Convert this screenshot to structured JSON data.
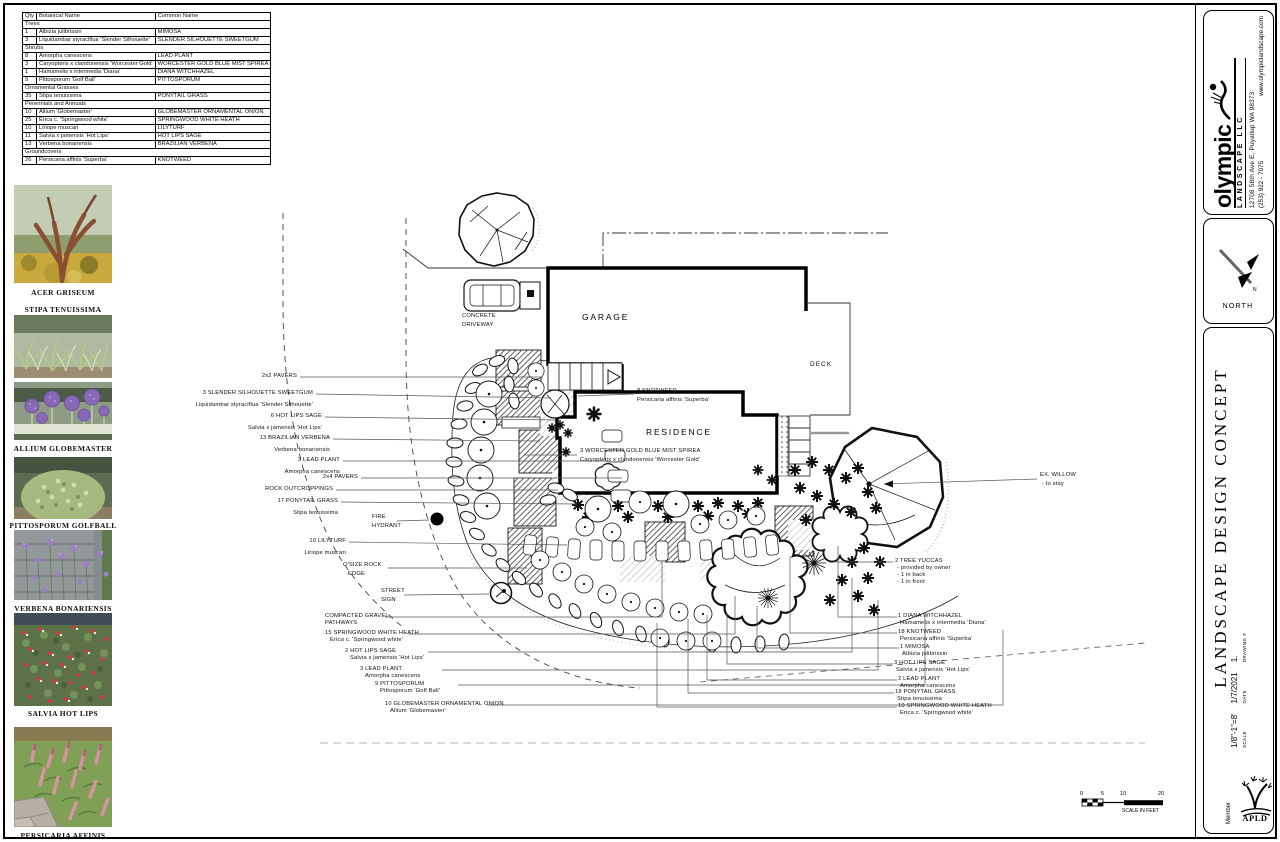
{
  "schedule": {
    "headers": [
      "Qty",
      "Botanical Name",
      "Common Name"
    ],
    "rows": [
      {
        "type": "section",
        "label": "Trees"
      },
      {
        "type": "row",
        "qty": "1",
        "bot": "Albizia julibrissin",
        "com": "MIMOSA"
      },
      {
        "type": "row",
        "qty": "3",
        "bot": "Liquidambar styraciflua 'Slender Silhouette'",
        "com": "SLENDER SILHOUETTE SWEETGUM"
      },
      {
        "type": "section",
        "label": "Shrubs"
      },
      {
        "type": "row",
        "qty": "8",
        "bot": "Amorpha canescens",
        "com": "LEAD PLANT"
      },
      {
        "type": "row",
        "qty": "3",
        "bot": "Caryopteris x clandonensis 'Worcester Gold'",
        "com": "WORCESTER GOLD BLUE MIST SPIREA"
      },
      {
        "type": "row",
        "qty": "1",
        "bot": "Hamamelis x intermedia 'Diana'",
        "com": "DIANA WITCHHAZEL"
      },
      {
        "type": "row",
        "qty": "9",
        "bot": "Pittosporum 'Golf Ball'",
        "com": "PITTOSPORUM"
      },
      {
        "type": "section",
        "label": "Ornamental Grasses"
      },
      {
        "type": "row",
        "qty": "35",
        "bot": "Stipa tenuissima",
        "com": "PONYTAIL GRASS"
      },
      {
        "type": "section",
        "label": "Perennials and Annuals"
      },
      {
        "type": "row",
        "qty": "10",
        "bot": "Allium 'Globemaster'",
        "com": "GLOBEMASTER ORNAMENTAL ONION"
      },
      {
        "type": "row",
        "qty": "25",
        "bot": "Erica c. 'Springwood white'",
        "com": "SPRINGWOOD WHITE HEATH"
      },
      {
        "type": "row",
        "qty": "10",
        "bot": "Liriope muscari",
        "com": "LILYTURF"
      },
      {
        "type": "row",
        "qty": "11",
        "bot": "Salvia x jamensis 'Hot Lips'",
        "com": "HOT LIPS SAGE"
      },
      {
        "type": "row",
        "qty": "13",
        "bot": "Verbena bonariensis",
        "com": "BRAZILIAN VERBENA"
      },
      {
        "type": "section",
        "label": "Groundcovers"
      },
      {
        "type": "row",
        "qty": "26",
        "bot": "Persicaria affinis 'Superba'",
        "com": "KNOTWEED"
      }
    ]
  },
  "photos": {
    "captions": [
      "ACER GRISEUM",
      "STIPA TENUISSIMA",
      "ALLIUM GLOBEMASTER",
      "PITTOSPORUM GOLFBALL",
      "VERBENA BONARIENSIS",
      "SALVIA HOT LIPS",
      "PERSICARIA AFFINIS"
    ]
  },
  "plan": {
    "labels": {
      "concrete_driveway": {
        "lines": [
          "CONCRETE",
          "DRIVEWAY"
        ]
      },
      "garage": {
        "lines": [
          "GARAGE"
        ]
      },
      "residence": {
        "lines": [
          "RESIDENCE"
        ]
      },
      "deck": {
        "lines": [
          "DECK"
        ]
      },
      "pavers_2x2": {
        "lines": [
          "2x2 PAVERS"
        ]
      },
      "sweetgum": {
        "lines": [
          "3 SLENDER SILHOUETTE SWEETGUM",
          "Liquidambar styraciflua 'Slender Silhouette'"
        ]
      },
      "hot_lips_6": {
        "lines": [
          "6 HOT LIPS SAGE",
          "Salvia x jamensis 'Hot Lips'"
        ]
      },
      "brazilian_verbena": {
        "lines": [
          "13 BRAZILIAN VERBENA",
          "Verbena bonariensis"
        ]
      },
      "lead_plant_3a": {
        "lines": [
          "3 LEAD PLANT",
          "Amorpha canescens"
        ]
      },
      "pavers_2x4": {
        "lines": [
          "2x4 PAVERS"
        ]
      },
      "rock_outcroppings": {
        "lines": [
          "ROCK OUTCROPPINGS"
        ]
      },
      "ponytail_17": {
        "lines": [
          "17 PONYTAIL GRASS",
          "Stipa tenuissima"
        ]
      },
      "fire_hydrant": {
        "lines": [
          "FIRE",
          "HYDRANT"
        ]
      },
      "lilyturf_10": {
        "lines": [
          "10 LILYTURF",
          "Liriope muscari"
        ]
      },
      "rock_edge": {
        "lines": [
          "O'SIZE ROCK",
          "EDGE"
        ]
      },
      "street_sign": {
        "lines": [
          "STREET",
          "SIGN"
        ]
      },
      "gravel_pathways": {
        "lines": [
          "COMPACTED GRAVEL",
          "PATHWAYS"
        ]
      },
      "springwood_15": {
        "lines": [
          "15 SPRINGWOOD WHITE HEATH",
          "Erica c. 'Springwood white'"
        ]
      },
      "hot_lips_2": {
        "lines": [
          "2 HOT LIPS SAGE",
          "Salvia x jamensis 'Hot Lips'"
        ]
      },
      "lead_plant_3b": {
        "lines": [
          "3 LEAD PLANT",
          "Amorpha canescens"
        ]
      },
      "pittosporum_9": {
        "lines": [
          "9 PITTOSPORUM",
          "Pittosporum 'Golf Ball'"
        ]
      },
      "globemaster_10": {
        "lines": [
          "10 GLOBEMASTER ORNAMENTAL ONION",
          "Allium 'Globemaster'"
        ]
      },
      "knotweed_8": {
        "lines": [
          "8 KNOTWEED",
          "Persicaria affinis 'Superba'"
        ]
      },
      "spirea_3": {
        "lines": [
          "3 WORCESTER GOLD BLUE MIST SPIREA",
          "Caryopteris x clandonensis 'Worcester Gold'"
        ]
      },
      "ex_willow": {
        "lines": [
          "EX. WILLOW",
          "- to stay"
        ]
      },
      "tree_yuccas": {
        "lines": [
          "2 TREE YUCCAS",
          "- provided by owner",
          "- 1 in back",
          "- 1 in front"
        ]
      },
      "witchhazel_1": {
        "lines": [
          "1 DIANA WITCHHAZEL",
          "Hamamelis x intermedia 'Diana'"
        ]
      },
      "knotweed_18": {
        "lines": [
          "18 KNOTWEED",
          "Persicaria affinis 'Superba'"
        ]
      },
      "mimosa_1": {
        "lines": [
          "1 MIMOSA",
          "Albizia julibrissin"
        ]
      },
      "hot_lips_3": {
        "lines": [
          "3 HOT LIPS SAGE",
          "Salvia x jamensis 'Hot Lips'"
        ]
      },
      "lead_plant_2": {
        "lines": [
          "2 LEAD PLANT",
          "Amorpha canescens"
        ]
      },
      "ponytail_18": {
        "lines": [
          "18 PONYTAIL GRASS",
          "Stipa tenuissima"
        ]
      },
      "springwood_10": {
        "lines": [
          "10 SPRINGWOOD WHITE HEATH",
          "Erica c. 'Springwood white'"
        ]
      }
    }
  },
  "scale_bar": {
    "ticks": [
      "0",
      "5",
      "10",
      "20"
    ],
    "caption": "SCALE IN FEET"
  },
  "title_block": {
    "company": {
      "name": "olympic",
      "tagline": "LANDSCAPE LLC",
      "address": "12708 58th Ave E, Puyallup WA 98373",
      "phone": "(253) 922 - 7075",
      "website": "www.olympiclandscape.com"
    },
    "north_label": "NORTH",
    "sheet_title": "LANDSCAPE DESIGN CONCEPT",
    "fields": {
      "scale": {
        "label": "SCALE",
        "value": "1/8\"-1\"=8'"
      },
      "date": {
        "label": "DATE",
        "value": "1/7/2021"
      },
      "drawing": {
        "label": "DRAWING #",
        "value": "1."
      }
    },
    "member": {
      "label": "Member",
      "org": "APLD"
    }
  }
}
